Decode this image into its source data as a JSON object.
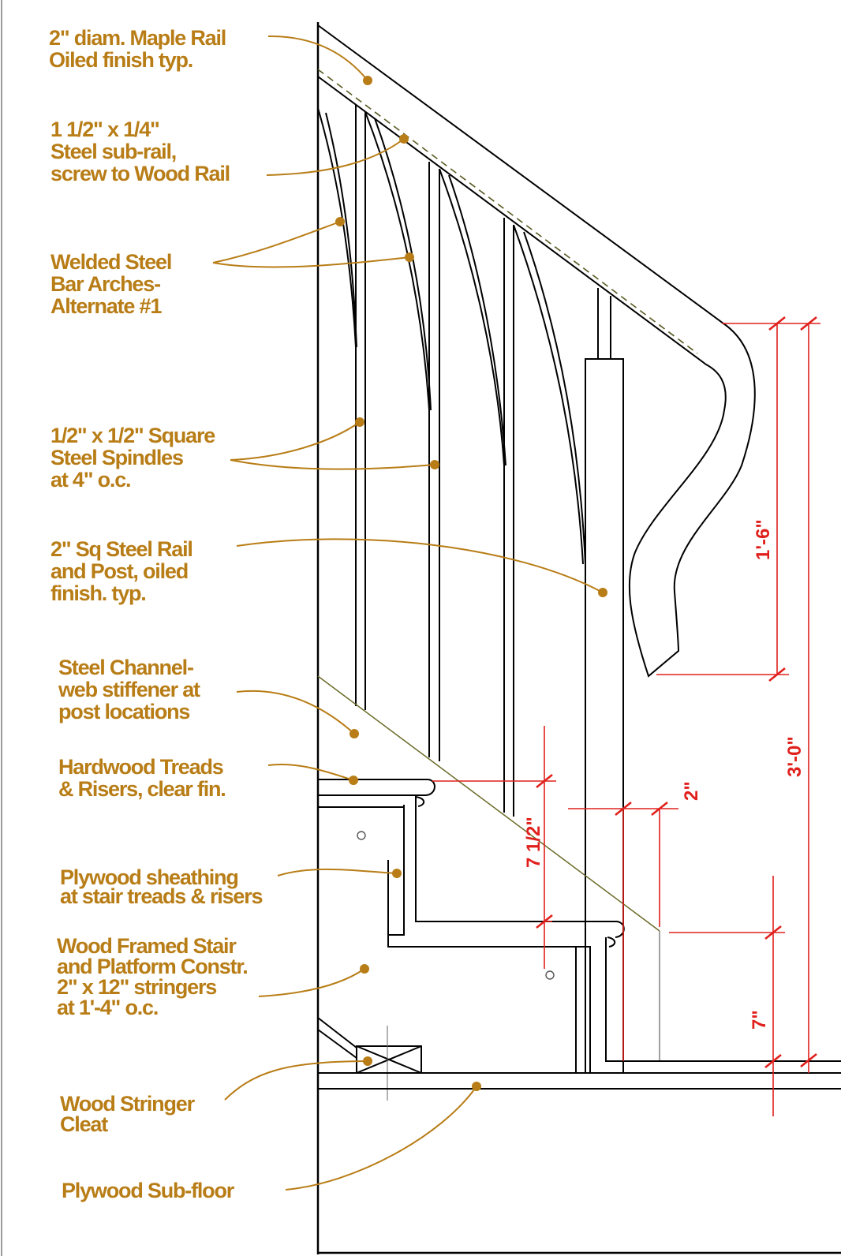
{
  "annotations": [
    {
      "id": "maple-rail",
      "text": "2\" diam. Maple Rail\nOiled finish typ."
    },
    {
      "id": "steel-sub-rail",
      "text": "1 1/2\" x 1/4\"\nSteel sub-rail,\nscrew to Wood Rail"
    },
    {
      "id": "bar-arches",
      "text": "Welded Steel\nBar Arches-\nAlternate #1"
    },
    {
      "id": "spindles",
      "text": "1/2\" x 1/2\" Square\nSteel Spindles\nat 4\" o.c."
    },
    {
      "id": "steel-rail-post",
      "text": "2\" Sq Steel Rail\nand Post, oiled\nfinish. typ."
    },
    {
      "id": "steel-channel",
      "text": "Steel Channel-\nweb stiffener at\npost locations"
    },
    {
      "id": "hardwood-treads",
      "text": "Hardwood Treads\n& Risers, clear fin."
    },
    {
      "id": "plywood-sheathing",
      "text": "Plywood sheathing\nat stair treads & risers"
    },
    {
      "id": "wood-framed-stair",
      "text": "Wood Framed Stair\nand Platform Constr.\n2\" x 12\" stringers\nat 1'-4\" o.c."
    },
    {
      "id": "stringer-cleat",
      "text": "Wood Stringer\nCleat"
    },
    {
      "id": "plywood-subfloor",
      "text": "Plywood Sub-floor"
    }
  ],
  "dimensions": {
    "rail_drop": "1'-6\"",
    "rail_height": "3'-0\"",
    "riser": "7 1/2\"",
    "post": "2\"",
    "platform": "7\""
  },
  "colors": {
    "annotation": "#b87d16",
    "dimension": "#e0201c",
    "linework": "#000000",
    "channel": "#6b6b2a"
  }
}
